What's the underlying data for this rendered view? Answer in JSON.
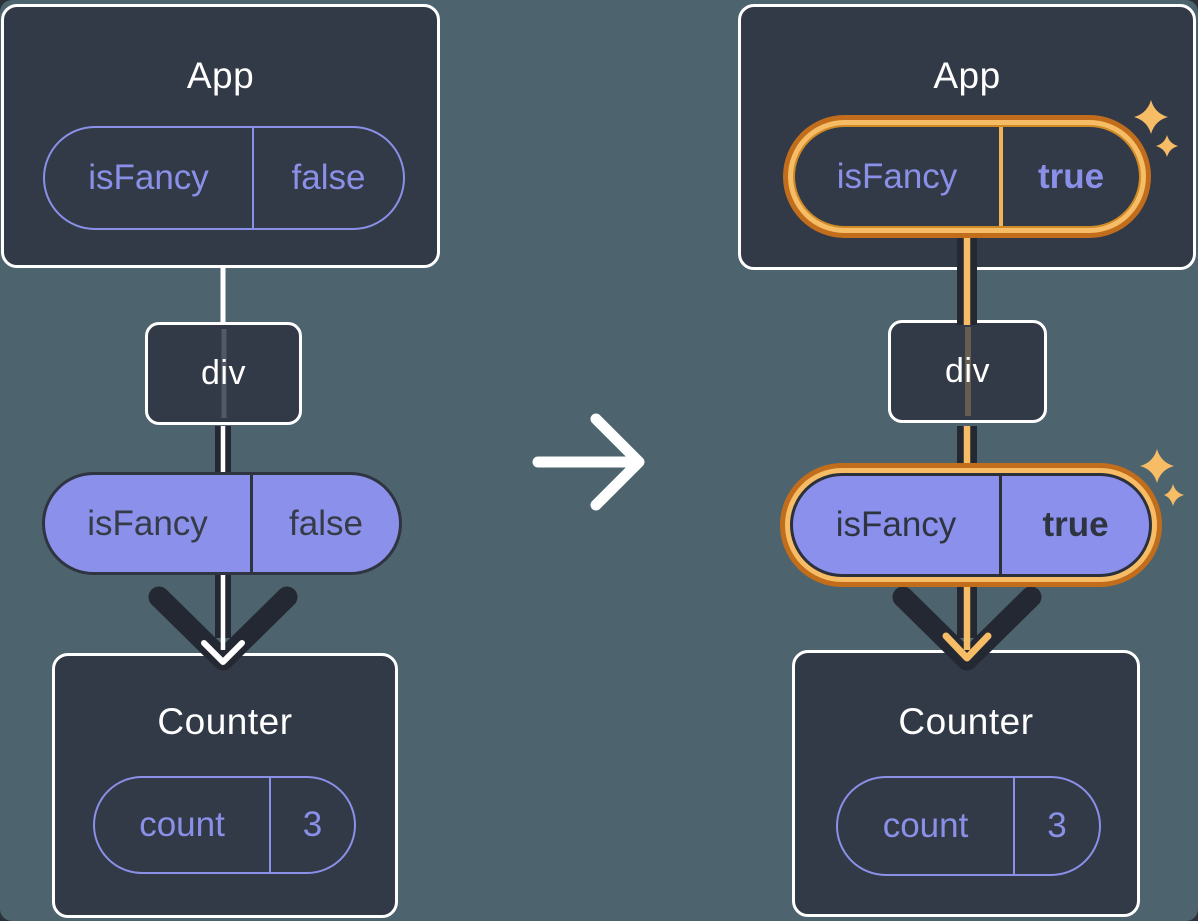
{
  "colors": {
    "background": "#4d636e",
    "card_background": "#333a47",
    "card_border": "#ffffff",
    "accent_purple": "#8a90e8",
    "pill_fill_purple": "#8b90ea",
    "pill_dark_text": "#353b47",
    "arrow_dark": "#232833",
    "highlight_orange_dark": "#c16d1c",
    "highlight_orange_light": "#f6bd66",
    "title_text": "#ffffff"
  },
  "left": {
    "app": {
      "title": "App",
      "prop_name": "isFancy",
      "prop_value": "false"
    },
    "div_label": "div",
    "passed_prop": {
      "name": "isFancy",
      "value": "false"
    },
    "counter": {
      "title": "Counter",
      "state_name": "count",
      "state_value": "3"
    }
  },
  "right": {
    "app": {
      "title": "App",
      "prop_name": "isFancy",
      "prop_value": "true"
    },
    "div_label": "div",
    "passed_prop": {
      "name": "isFancy",
      "value": "true"
    },
    "counter": {
      "title": "Counter",
      "state_name": "count",
      "state_value": "3"
    }
  },
  "icons": {
    "transition_arrow": "right-arrow-icon",
    "sparkle": "sparkle-icon",
    "props_flow": "down-arrow-icon"
  }
}
